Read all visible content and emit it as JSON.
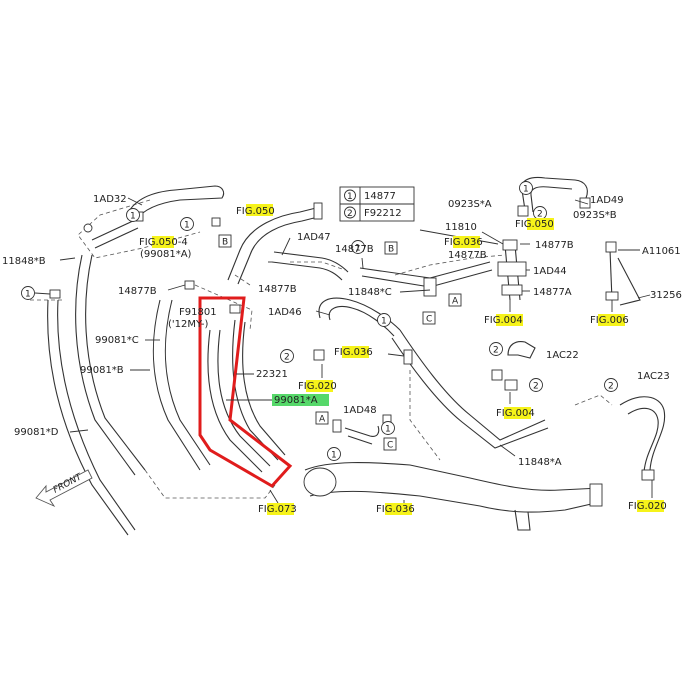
{
  "legend": {
    "rows": [
      {
        "num": "1",
        "part": "14877"
      },
      {
        "num": "2",
        "part": "F92212"
      }
    ]
  },
  "labels": {
    "l_1ad32": "1AD32",
    "l_fig050_top": "FIG.050",
    "l_fig050_4": "FIG.050-4",
    "l_99081a_paren": "(99081*A)",
    "l_11848b": "11848*B",
    "l_14877b_left": "14877B",
    "l_99081c": "99081*C",
    "l_99081b": "99081*B",
    "l_99081d": "99081*D",
    "l_front": "FRONT",
    "l_f91801": "F91801",
    "l_12my": "('12MY-)",
    "l_22321": "22321",
    "l_99081a": "99081*A",
    "l_fig073": "FIG.073",
    "l_1ad47": "1AD47",
    "l_14877b_mid": "14877B",
    "l_14877b_mid2": "14877B",
    "l_11848c": "11848*C",
    "l_1ad46": "1AD46",
    "l_fig036_mid": "FIG.036",
    "l_fig020_mid": "FIG.020",
    "l_1ad48": "1AD48",
    "l_fig036_bottom": "FIG.036",
    "l_0923s_a": "0923S*A",
    "l_1ad49": "1AD49",
    "l_0923s_b": "0923S*B",
    "l_11810": "11810",
    "l_fig050_right": "FIG.050",
    "l_fig036_right": "FIG.036",
    "l_14877b_r1": "14877B",
    "l_14877b_r2": "14877B",
    "l_1ad44": "1AD44",
    "l_14877a": "14877A",
    "l_fig004_a": "FIG.004",
    "l_a11061": "A11061",
    "l_31256": "31256",
    "l_fig006": "FIG.006",
    "l_1ac22": "1AC22",
    "l_fig004_b": "FIG.004",
    "l_11848a": "11848*A",
    "l_1ac23": "1AC23",
    "l_fig020_right": "FIG.020"
  },
  "refs": {
    "A": "A",
    "B": "B",
    "C": "C",
    "one": "1",
    "two": "2"
  },
  "colors": {
    "highlight_yellow": "#f6f31a",
    "highlight_green": "#56d86a",
    "callout_red": "#e01c1c",
    "line": "#333333"
  }
}
